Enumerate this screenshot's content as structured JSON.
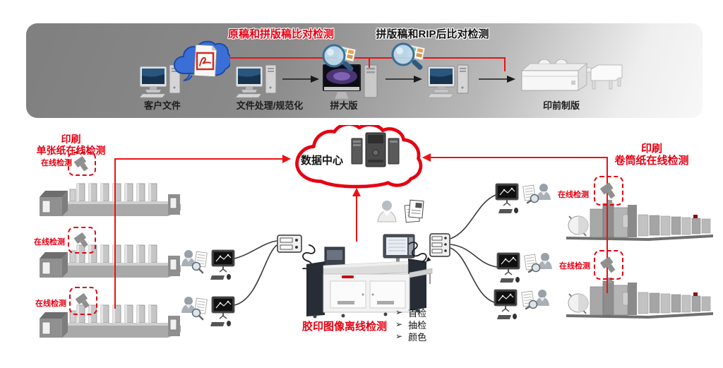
{
  "banner": {
    "compare_check_1": "原稿和拼版稿比对检测",
    "compare_check_2": "拼版稿和RIP后比对检测",
    "step_client_files": "客户文件",
    "step_file_processing": "文件处理/规范化",
    "step_imposition": "拼大版",
    "step_prepress_plate": "印前制版"
  },
  "cloud": {
    "label": "数据中心"
  },
  "left_section": {
    "title_line1": "印刷",
    "title_line2": "单张纸在线检测",
    "online_check_label": "在线检测"
  },
  "right_section": {
    "title_line1": "印刷",
    "title_line2": "卷筒纸在线检测",
    "online_check_label": "在线检测"
  },
  "center_section": {
    "offline_check_label": "胶印图像离线检测",
    "bullet_glyph": "➢",
    "bullets": [
      "首检",
      "抽检",
      "颜色"
    ]
  },
  "colors": {
    "accent_red": "#e60012",
    "line_red": "#ee1111",
    "cloud_blue": "#3a6fd8"
  }
}
